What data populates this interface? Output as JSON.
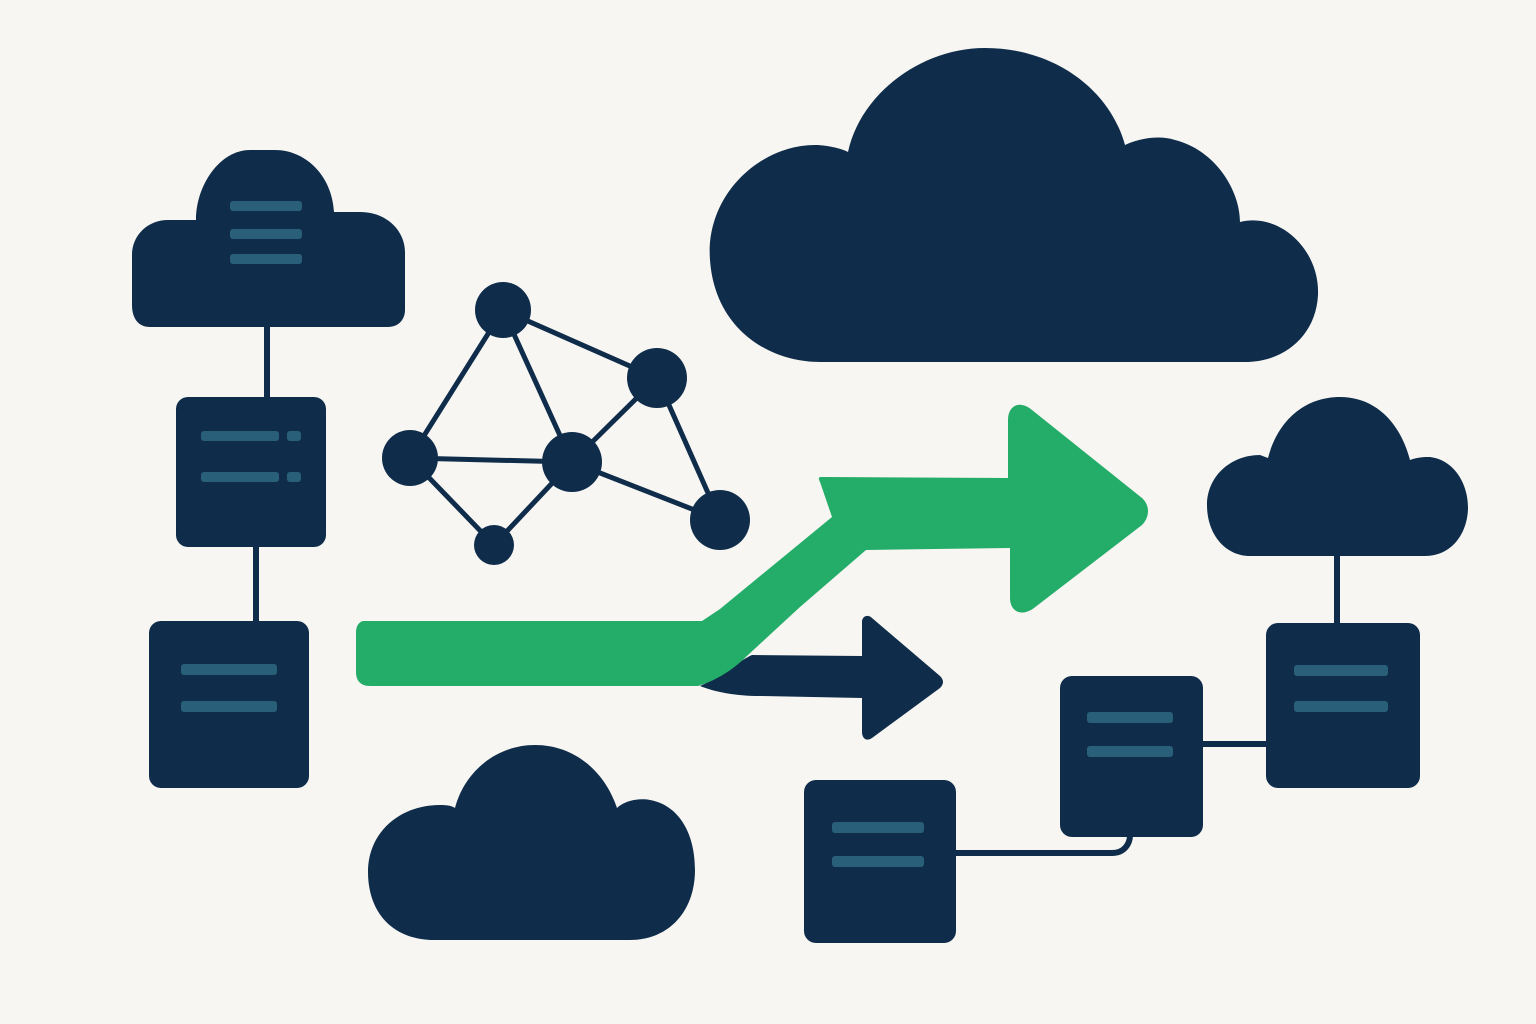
{
  "colors": {
    "background": "#f8f6f3",
    "ink": "#0f2d4a",
    "slot": "#2a5f7a",
    "accent_green": "#24ad69"
  },
  "diagram": {
    "nodes": [
      {
        "id": "cloud-server-topleft",
        "icon": "cloud-server-icon"
      },
      {
        "id": "server-left-middle",
        "icon": "server-icon"
      },
      {
        "id": "server-left-bottom",
        "icon": "server-icon"
      },
      {
        "id": "network-graph",
        "icon": "network-graph-icon"
      },
      {
        "id": "cloud-large-top",
        "icon": "cloud-icon"
      },
      {
        "id": "cloud-bottom",
        "icon": "cloud-icon"
      },
      {
        "id": "cloud-right",
        "icon": "cloud-icon"
      },
      {
        "id": "server-right",
        "icon": "server-icon"
      },
      {
        "id": "server-mid-right",
        "icon": "server-icon"
      },
      {
        "id": "server-bottom-center",
        "icon": "server-icon"
      }
    ],
    "arrows": [
      {
        "id": "migration-arrow",
        "icon": "green-arrow-icon",
        "color": "#24ad69"
      },
      {
        "id": "secondary-arrow",
        "icon": "dark-arrow-icon",
        "color": "#0f2d4a"
      }
    ]
  }
}
